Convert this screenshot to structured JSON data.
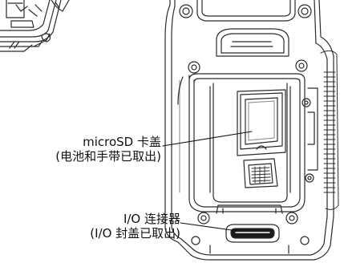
{
  "callouts": {
    "microsd_cover": {
      "line1": "microSD 卡盖",
      "line2": "(电池和手带已取出)"
    },
    "io_connector": {
      "line1": "I/O 连接器",
      "line2": "(I/O 封盖已取出)"
    }
  },
  "colors": {
    "ink": "#111111",
    "line": "#2b2b2b",
    "body": "#ffffff",
    "light": "#d6d6d6"
  }
}
